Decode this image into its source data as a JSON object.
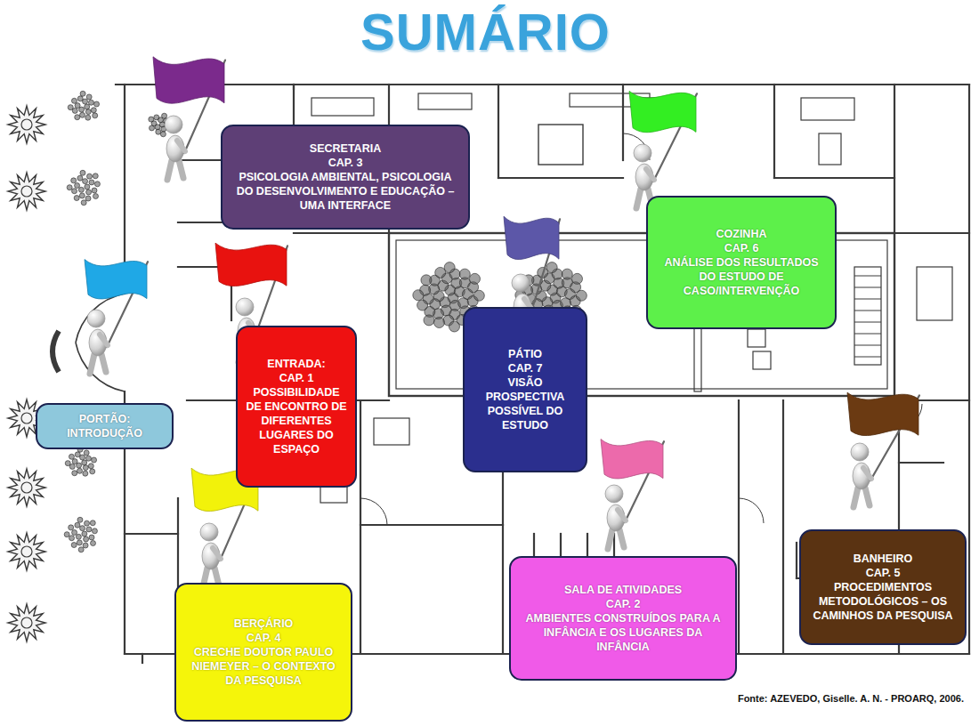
{
  "diagram": {
    "title": "SUMÁRIO",
    "caption": "Fonte: AZEVEDO, Giselle. A. N. - PROARQ, 2006.",
    "nodes": [
      {
        "text": [
          "SECRETARIA",
          "CAP. 3",
          "PSICOLOGIA AMBIENTAL, PSICOLOGIA DO DESENVOLVIMENTO E EDUCAÇÃO – UMA INTERFACE"
        ]
      },
      {
        "text": [
          "COZINHA",
          "CAP. 6",
          "ANÁLISE DOS RESULTADOS DO ESTUDO DE CASO/INTERVENÇÃO"
        ]
      },
      {
        "text": [
          "ENTRADA:",
          "CAP. 1",
          "POSSIBILIDADE DE ENCONTRO DE DIFERENTES LUGARES DO ESPAÇO"
        ]
      },
      {
        "text": [
          "PÁTIO",
          "CAP. 7",
          "VISÃO PROSPECTIVA POSSÍVEL DO ESTUDO"
        ]
      },
      {
        "text": [
          "PORTÃO:",
          "INTRODUÇÃO"
        ]
      },
      {
        "text": [
          "BANHEIRO",
          "CAP. 5",
          "PROCEDIMENTOS METODOLÓGICOS – OS CAMINHOS DA PESQUISA"
        ]
      },
      {
        "text": [
          "SALA DE ATIVIDADES",
          "CAP. 2",
          "AMBIENTES CONSTRUÍDOS PARA A INFÂNCIA E OS LUGARES DA INFÂNCIA"
        ]
      },
      {
        "text": [
          "BERÇÁRIO",
          "CAP. 4",
          "CRECHE DOUTOR PAULO NIEMEYER – O CONTEXTO DA PESQUISA"
        ]
      }
    ]
  }
}
